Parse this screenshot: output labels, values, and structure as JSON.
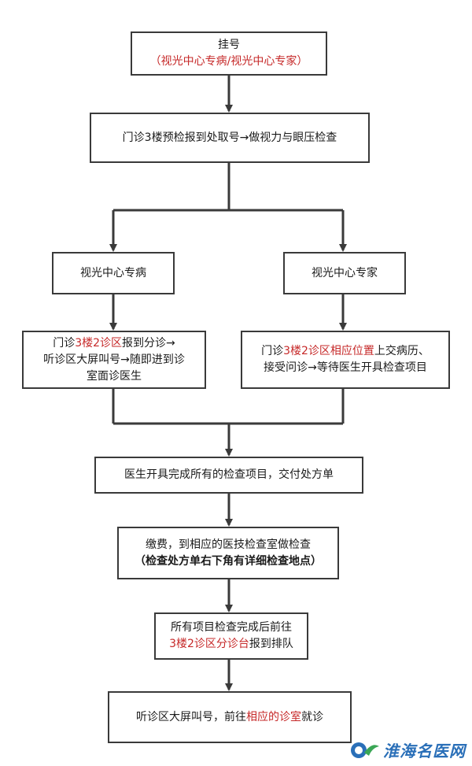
{
  "steps": {
    "register": {
      "title": "挂号",
      "sub": "（视光中心专病/视光中心专家）"
    },
    "precheck": {
      "text": "门诊3楼预检报到处取号→做视力与眼压检查"
    },
    "branch_left": {
      "title": "视光中心专病"
    },
    "branch_right": {
      "title": "视光中心专家"
    },
    "left_detail": {
      "p1": "门诊",
      "p2": "3楼2诊区",
      "p3": "报到分诊→",
      "line2": "听诊区大屏叫号→随即进到诊",
      "line3": "室面诊医生"
    },
    "right_detail": {
      "p1": "门诊",
      "p2": "3楼2诊区相应位置",
      "p3": "上交病历、",
      "line2": "接受问诊→等待医生开具检查项目"
    },
    "doctor": {
      "text": "医生开具完成所有的检查项目，交付处方单"
    },
    "pay": {
      "line1": "缴费，到相应的医技检查室做检查",
      "line2": "（检查处方单右下角有详细检查地点）"
    },
    "after": {
      "line1": "所有项目检查完成后前往",
      "p1": "3楼2诊区分诊台",
      "p2": "报到排队"
    },
    "final": {
      "p1": "听诊区大屏叫号，前往",
      "p2": "相应的诊室",
      "p3": "就诊"
    }
  },
  "watermark": {
    "text": "淮海名医网"
  },
  "colors": {
    "border": "#3a3a3a",
    "highlight": "#c62828",
    "arrow": "#3a3a3a"
  }
}
